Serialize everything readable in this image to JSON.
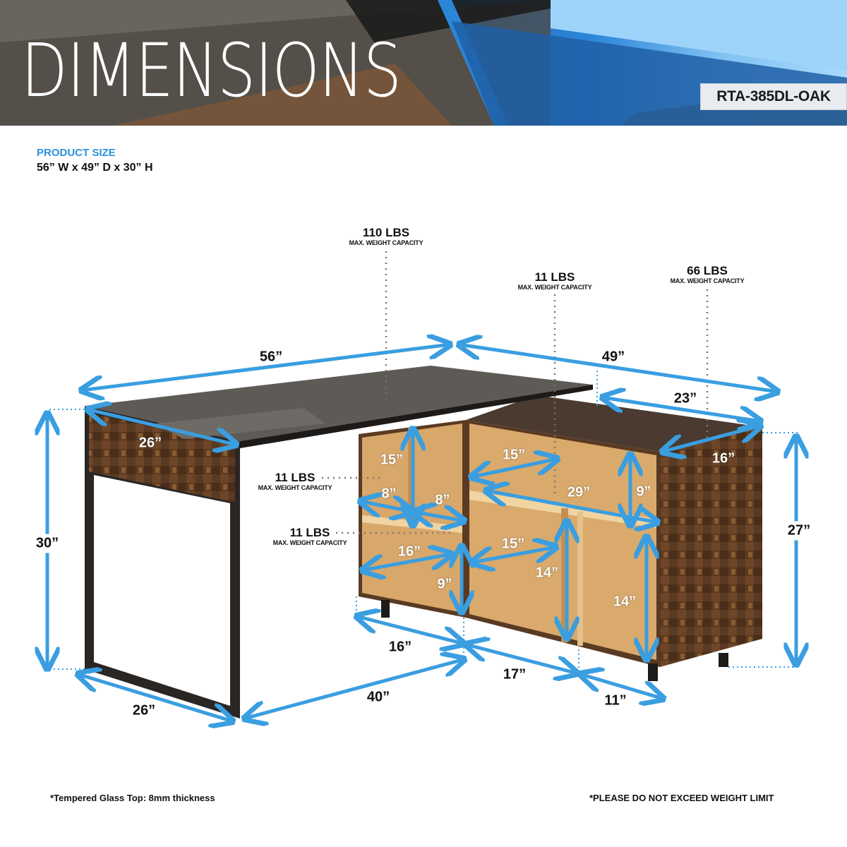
{
  "header": {
    "title": "DIMENSIONS",
    "sku": "RTA-385DL-OAK"
  },
  "product_size": {
    "label": "PRODUCT SIZE",
    "value": "56” W x 49” D x 30” H"
  },
  "weight_capacities": [
    {
      "id": "glass-top",
      "weight": "110 LBS",
      "caption": "MAX. WEIGHT CAPACITY"
    },
    {
      "id": "middle-shelf",
      "weight": "11 LBS",
      "caption": "MAX. WEIGHT CAPACITY"
    },
    {
      "id": "cabinet-top",
      "weight": "66 LBS",
      "caption": "MAX. WEIGHT CAPACITY"
    },
    {
      "id": "upper-left-shelf",
      "weight": "11 LBS",
      "caption": "MAX. WEIGHT CAPACITY"
    },
    {
      "id": "lower-left-shelf",
      "weight": "11 LBS",
      "caption": "MAX. WEIGHT CAPACITY"
    }
  ],
  "dimensions": {
    "desk_width": "56”",
    "overall_depth": "49”",
    "cabinet_top_length": "23”",
    "desk_end_panel_depth": "26”",
    "cabinet_end_depth": "16”",
    "desk_height": "30”",
    "cabinet_height": "27”",
    "leg_base_depth": "26”",
    "leg_to_cabinet": "40”",
    "cabinet_base_left": "16”",
    "cabinet_base_middle": "17”",
    "cabinet_base_right": "11”",
    "left_cubby_height": "15”",
    "left_cubby_width_a": "8”",
    "left_cubby_width_b": "8”",
    "left_lower_depth": "16”",
    "left_lower_height": "9”",
    "upper_mid_depth": "15”",
    "upper_shelf_length": "29”",
    "upper_right_height": "9”",
    "lower_mid_depth": "15”",
    "lower_mid_height": "14”",
    "lower_right_height": "14”"
  },
  "footer": {
    "note_left": "*Tempered Glass Top: 8mm thickness",
    "note_right": "*PLEASE DO NOT EXCEED WEIGHT LIMIT"
  },
  "colors": {
    "accent_blue": "#3a9ee0",
    "label_blue": "#2a91d8",
    "glass": "#4e4b47",
    "metal_frame": "#2a2624",
    "light_wood": "#d9a96a",
    "dark_wood": "#5a3a22"
  }
}
